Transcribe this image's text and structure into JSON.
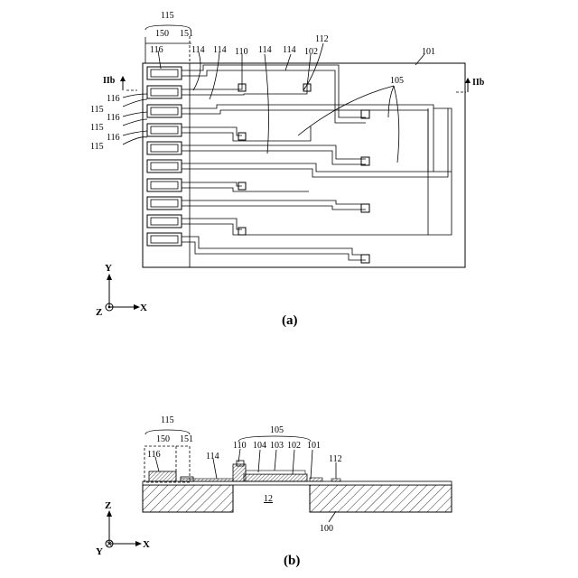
{
  "figure_a": {
    "caption": "(a)",
    "labels": {
      "l115": "115",
      "l150": "150",
      "l151": "151",
      "l116": "116",
      "l114a": "114",
      "l114b": "114",
      "l114c": "114",
      "l114d": "114",
      "l110": "110",
      "l102": "102",
      "l112": "112",
      "l101": "101",
      "l105": "105",
      "l116b": "116",
      "l115b": "115",
      "l116c": "116",
      "l115c": "115",
      "l116d": "116",
      "l115d": "115",
      "section_left": "IIb",
      "section_right": "IIb"
    },
    "axes": {
      "y": "Y",
      "x": "X",
      "z": "Z"
    }
  },
  "figure_b": {
    "caption": "(b)",
    "labels": {
      "l115": "115",
      "l150": "150",
      "l151": "151",
      "l116": "116",
      "l114": "114",
      "l110": "110",
      "l104": "104",
      "l103": "103",
      "l102": "102",
      "l101": "101",
      "l105": "105",
      "l112": "112",
      "l12": "12",
      "l100": "100"
    },
    "axes": {
      "z": "Z",
      "y": "Y",
      "x": "X"
    }
  }
}
